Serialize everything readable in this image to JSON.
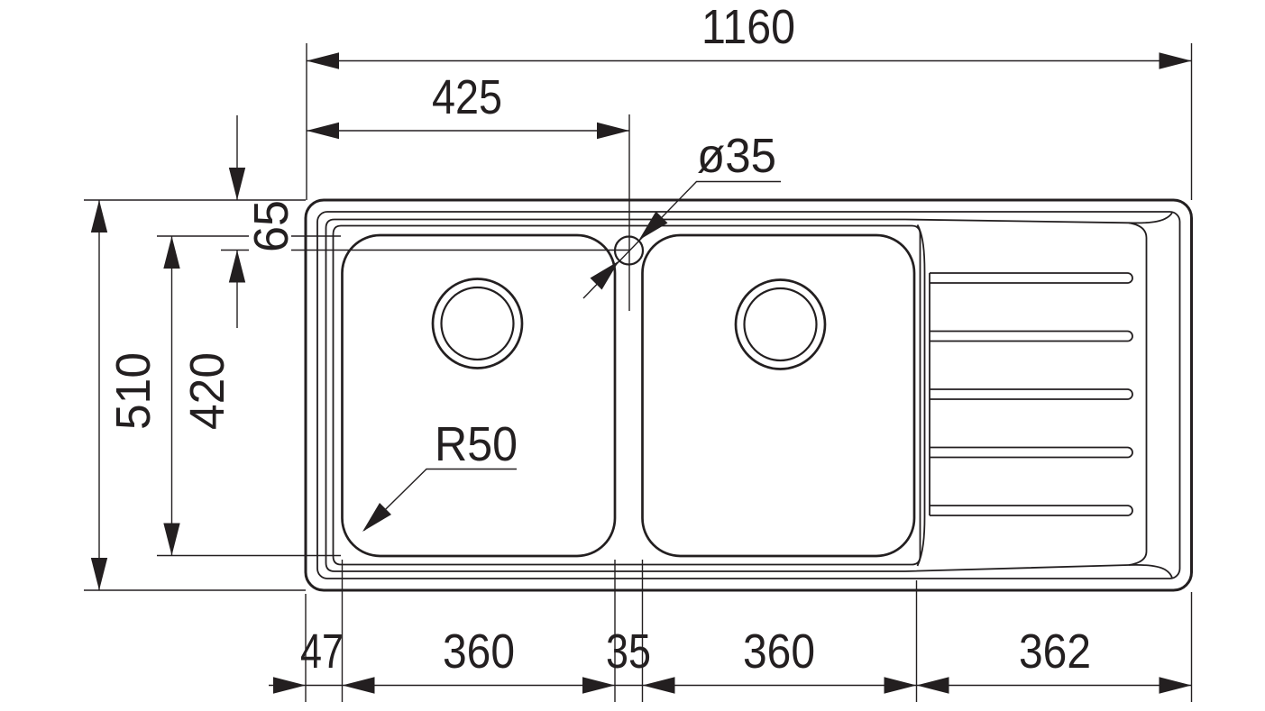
{
  "drawing": {
    "type": "technical-dimension-drawing",
    "subject": "double-bowl kitchen sink with right-hand drainer, top view",
    "line_color": "#231f20",
    "background_color": "#ffffff",
    "units": "mm"
  },
  "dims": {
    "overall_width": "1160",
    "bowl_offset": "425",
    "faucet_diameter": "ø35",
    "faucet_setback": "65",
    "overall_depth": "510",
    "bowl_depth": "420",
    "corner_radius": "R50",
    "bottom_chain": [
      "47",
      "360",
      "35",
      "360",
      "362"
    ]
  }
}
